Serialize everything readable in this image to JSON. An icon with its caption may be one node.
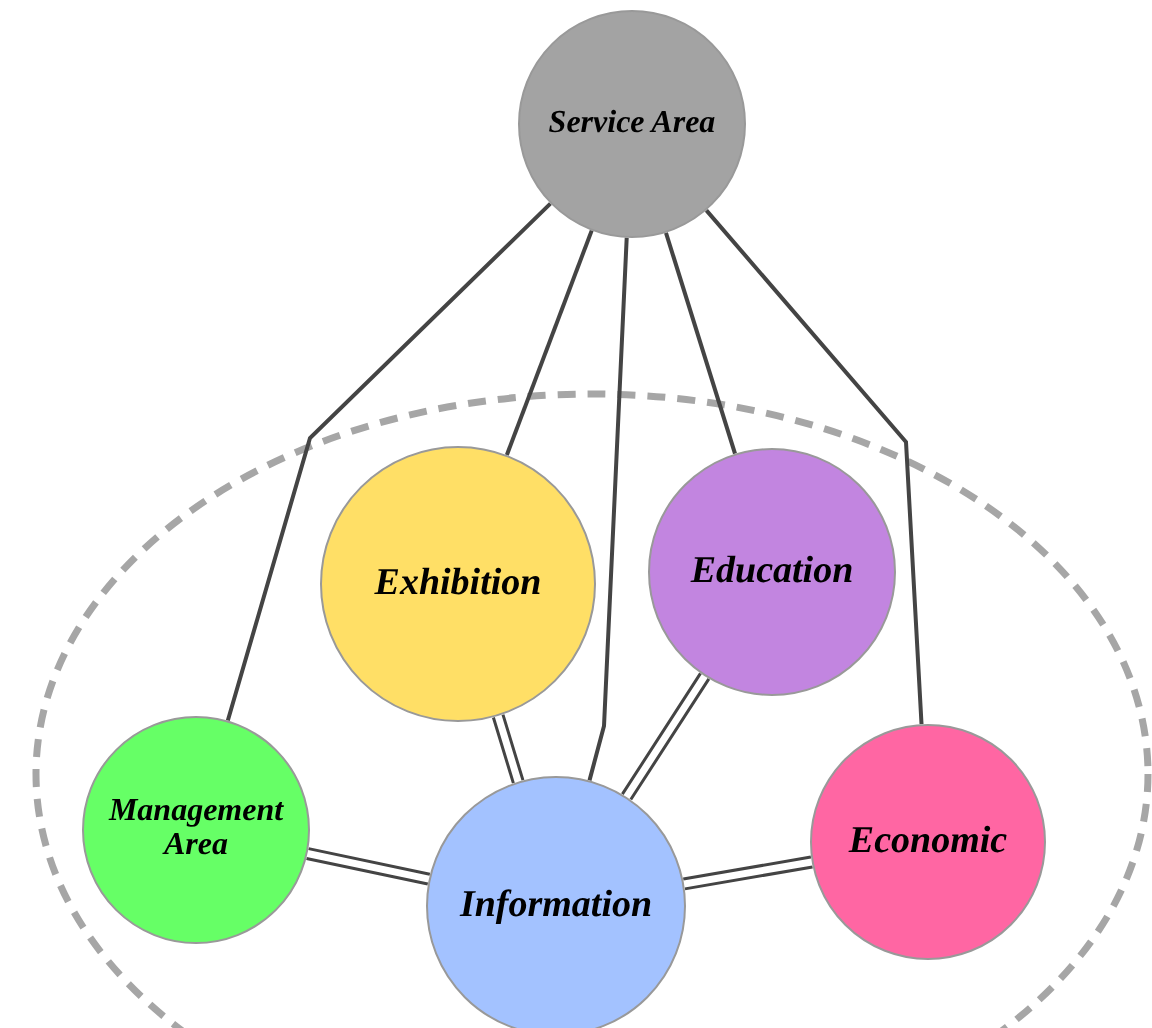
{
  "diagram": {
    "nodes": [
      {
        "text": [
          "Service Area"
        ]
      },
      {
        "text": [],
        "shape": "ellipse"
      },
      {
        "text": [
          "Exhibition"
        ],
        "in": 1
      },
      {
        "text": [
          "Education"
        ],
        "in": 1
      },
      {
        "text": [
          "Management Area"
        ],
        "in": 1
      },
      {
        "text": [
          "Information"
        ],
        "in": 1
      },
      {
        "text": [
          "Economic"
        ],
        "in": 1
      }
    ],
    "edges": [
      {
        "from": 0,
        "to": 4,
        "arrow": "none"
      },
      {
        "from": 0,
        "to": 2,
        "arrow": "none"
      },
      {
        "from": 0,
        "to": 5,
        "arrow": "none"
      },
      {
        "from": 0,
        "to": 3,
        "arrow": "none"
      },
      {
        "from": 0,
        "to": 6,
        "arrow": "none"
      },
      {
        "from": 2,
        "to": 5,
        "arrow": "none"
      },
      {
        "from": 3,
        "to": 5,
        "arrow": "none"
      },
      {
        "from": 4,
        "to": 5,
        "arrow": "none"
      },
      {
        "from": 6,
        "to": 5,
        "arrow": "none"
      }
    ]
  }
}
